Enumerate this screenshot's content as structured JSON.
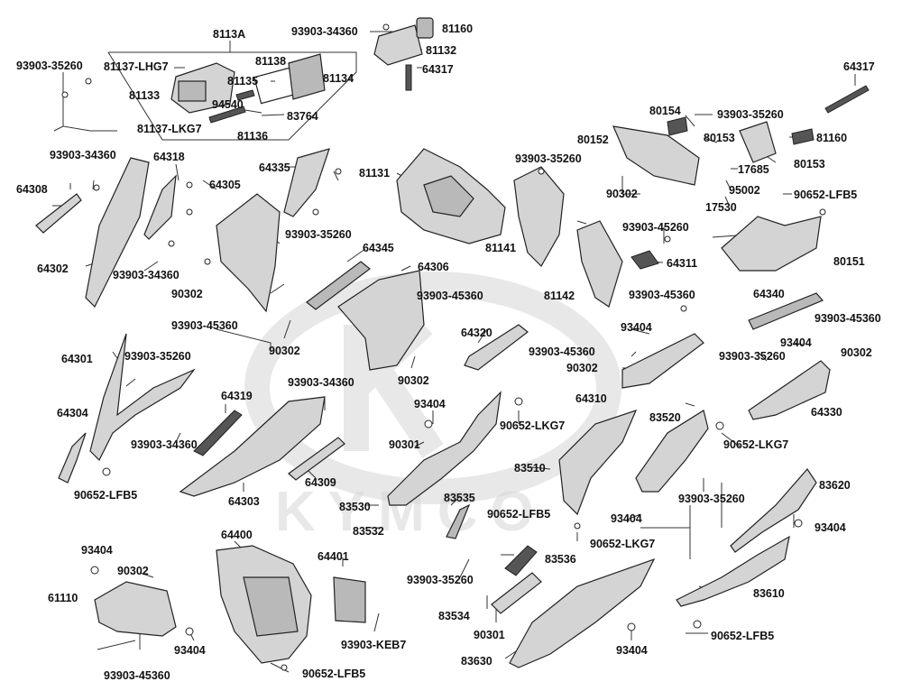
{
  "watermark": {
    "brand": "KYMCO"
  },
  "labels": {
    "l_8113A": "8113A",
    "l_93903_34360_top": "93903-34360",
    "l_81160_top": "81160",
    "l_81132": "81132",
    "l_64317_top": "64317",
    "l_93903_35260_a": "93903-35260",
    "l_81137_LHG7": "81137-LHG7",
    "l_81138": "81138",
    "l_81134": "81134",
    "l_81133": "81133",
    "l_81135": "81135",
    "l_94540": "94540",
    "l_83764": "83764",
    "l_81137_LKG7": "81137-LKG7",
    "l_81136": "81136",
    "l_64317_right": "64317",
    "l_80154": "80154",
    "l_93903_35260_b": "93903-35260",
    "l_80152": "80152",
    "l_80153_a": "80153",
    "l_81160_right": "81160",
    "l_80153_b": "80153",
    "l_17685": "17685",
    "l_95002": "95002",
    "l_17530": "17530",
    "l_90652_LFB5_a": "90652-LFB5",
    "l_93903_34360_a": "93903-34360",
    "l_64318": "64318",
    "l_64308": "64308",
    "l_64335": "64335",
    "l_81131": "81131",
    "l_93903_35260_c": "93903-35260",
    "l_90302_a": "90302",
    "l_64305": "64305",
    "l_93903_45260": "93903-45260",
    "l_93903_35260_d": "93903-35260",
    "l_64345": "64345",
    "l_81141": "81141",
    "l_64311": "64311",
    "l_80151": "80151",
    "l_64302": "64302",
    "l_93903_34360_b": "93903-34360",
    "l_64306": "64306",
    "l_90302_b": "90302",
    "l_93903_45360_a": "93903-45360",
    "l_81142": "81142",
    "l_93903_45360_b": "93903-45360",
    "l_64340": "64340",
    "l_93903_45360_c": "93903-45360",
    "l_93903_45360_d": "93903-45360",
    "l_93404_a": "93404",
    "l_64320": "64320",
    "l_90302_c": "90302",
    "l_93404_b": "93404",
    "l_93903_45360_e": "93903-45360",
    "l_90302_d": "90302",
    "l_90302_e": "90302",
    "l_93903_35260_e": "93903-35260",
    "l_90302_f": "90302",
    "l_64301": "64301",
    "l_93903_35260_f": "93903-35260",
    "l_64310": "64310",
    "l_64330": "64330",
    "l_93903_34360_c": "93903-34360",
    "l_64319": "64319",
    "l_93404_c": "93404",
    "l_90652_LKG7_a": "90652-LKG7",
    "l_83520": "83520",
    "l_64304": "64304",
    "l_93903_34360_d": "93903-34360",
    "l_90301_a": "90301",
    "l_90652_LKG7_b": "90652-LKG7",
    "l_83510": "83510",
    "l_90652_LFB5_b": "90652-LFB5",
    "l_64303": "64303",
    "l_64309": "64309",
    "l_93903_35260_g": "93903-35260",
    "l_83620": "83620",
    "l_83530": "83530",
    "l_83535": "83535",
    "l_83532": "83532",
    "l_90652_LFB5_c": "90652-LFB5",
    "l_93404_d": "93404",
    "l_93404_e": "93404",
    "l_64400": "64400",
    "l_90652_LKG7_c": "90652-LKG7",
    "l_93404_f": "93404",
    "l_64401": "64401",
    "l_83536": "83536",
    "l_90302_g": "90302",
    "l_93903_35260_h": "93903-35260",
    "l_83610": "83610",
    "l_61110": "61110",
    "l_83534": "83534",
    "l_90301_b": "90301",
    "l_93404_g": "93404",
    "l_90652_LFB5_d": "90652-LFB5",
    "l_93404_h": "93404",
    "l_93903_KEB7": "93903-KEB7",
    "l_83630": "83630",
    "l_93903_45360_f": "93903-45360",
    "l_90652_LFB5_e": "90652-LFB5"
  }
}
